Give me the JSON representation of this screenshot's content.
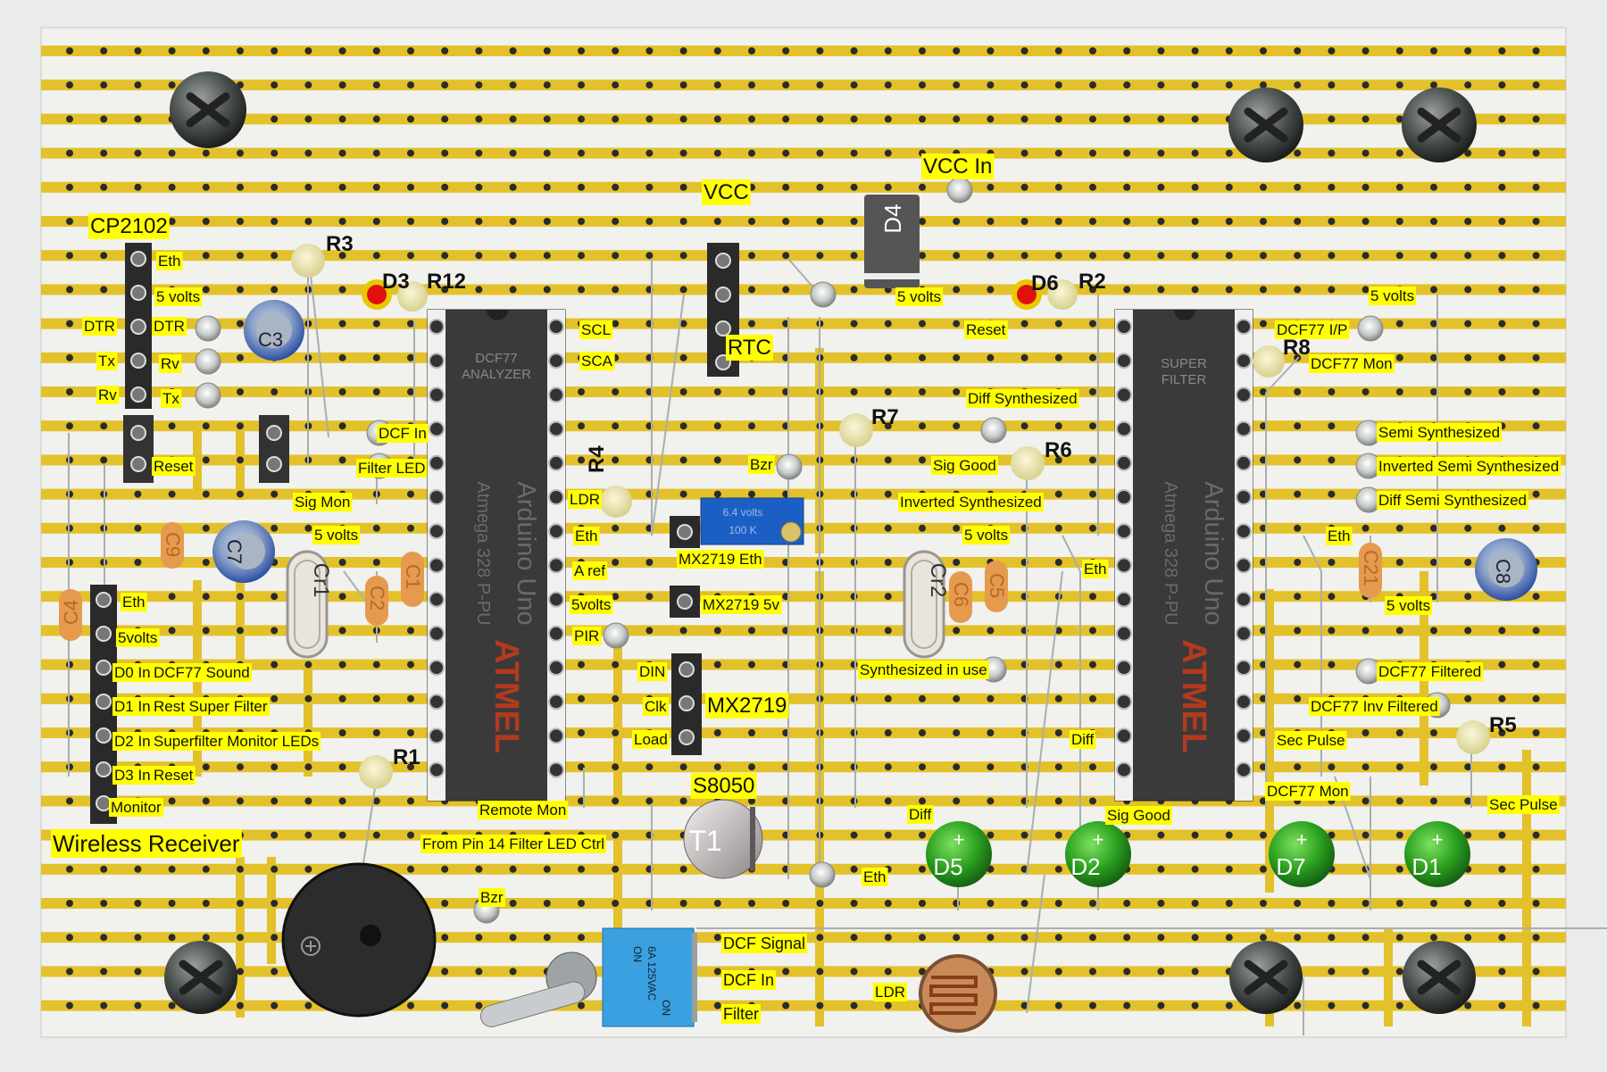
{
  "board": {
    "strip_color": "#e3c12a",
    "label_bg": "#ffff00"
  },
  "chips": {
    "left": {
      "title_line1": "DCF77",
      "title_line2": "ANALYZER",
      "name": "Arduino Uno",
      "part": "Atmega 328 P-PU",
      "brand": "ATMEL"
    },
    "right": {
      "title_line1": "SUPER",
      "title_line2": "FILTER",
      "name": "Arduino Uno",
      "part": "Atmega 328 P-PU",
      "brand": "ATMEL"
    }
  },
  "components": {
    "r3": "R3",
    "r12": "R12",
    "d3": "D3",
    "r2": "R2",
    "d6": "D6",
    "r8": "R8",
    "r7": "R7",
    "r6": "R6",
    "r4": "R4",
    "r1": "R1",
    "r5": "R5",
    "c3": "C3",
    "c9": "C9",
    "c7": "C7",
    "c2": "C2",
    "c1": "C1",
    "c4": "C4",
    "cr1": "Cr1",
    "cr2": "Cr2",
    "c6": "C6",
    "c5": "C5",
    "c21": "C21",
    "c8": "C8",
    "d4": "D4",
    "t1": "T1",
    "d5": "D5",
    "d2": "D2",
    "d7": "D7",
    "d1": "D1",
    "pot_line1": "6.4 volts",
    "pot_line2": "100 K"
  },
  "labels": {
    "cp2102": "CP2102",
    "vcc": "VCC",
    "vcc_in": "VCC In",
    "rtc": "RTC",
    "mx2719": "MX2719",
    "s8050": "S8050",
    "wireless_receiver": "Wireless Receiver",
    "eth_cp": "Eth",
    "five_volts_cp": "5 volts",
    "dtr_left": "DTR",
    "dtr_right": "DTR",
    "tx_left": "Tx",
    "rv_right": "Rv",
    "rv_left": "Rv",
    "tx_right": "Tx",
    "reset_left": "Reset",
    "sig_mon": "Sig Mon",
    "five_volts_mid": "5 volts",
    "eth_wr": "Eth",
    "five_volts_wr": "5volts",
    "d0": "D0 In",
    "d0b": "DCF77 Sound",
    "d1": "D1 In",
    "d1b": "Rest Super Filter",
    "d2": "D2 In",
    "d2b": "Superfilter Monitor LEDs",
    "d3": "D3 In",
    "d3b": "Reset",
    "monitor": "Monitor",
    "dcf_in_top": "DCF In",
    "filter_led": "Filter LED",
    "scl": "SCL",
    "sca": "SCA",
    "ldr_mid": "LDR",
    "eth_mid": "Eth",
    "a_ref": "A ref",
    "five_volts_pin": "5volts",
    "pir": "PIR",
    "bzr_mid": "Bzr",
    "mx_eth": "MX2719 Eth",
    "mx_5v": "MX2719 5v",
    "din": "DIN",
    "clk": "Clk",
    "load": "Load",
    "remote_mon": "Remote Mon",
    "from_pin14": "From Pin 14 Filter LED Ctrl",
    "bzr_bottom": "Bzr",
    "dcf_signal": "DCF Signal",
    "dcf_in_bottom": "DCF In",
    "filter": "Filter",
    "ldr_bottom": "LDR",
    "eth_bottom": "Eth",
    "five_volts_d4": "5 volts",
    "reset_r": "Reset",
    "diff_synth": "Diff Synthesized",
    "sig_good_mid": "Sig Good",
    "inv_synth": "Inverted Synthesized",
    "five_volts_r": "5 volts",
    "eth_r": "Eth",
    "synth_in_use": "Synthesized in use",
    "diff_mid": "Diff",
    "diff_bottom": "Diff",
    "sig_good_bottom": "Sig Good",
    "five_volts_tr": "5 volts",
    "dcf77_ip": "DCF77 I/P",
    "dcf77_mon_top": "DCF77 Mon",
    "semi_synth": "Semi Synthesized",
    "inv_semi_synth": "Inverted Semi Synthesized",
    "diff_semi_synth": "Diff Semi Synthesized",
    "eth_far": "Eth",
    "five_volts_far": "5 volts",
    "dcf77_filtered": "DCF77 Filtered",
    "dcf77_inv_filtered": "DCF77 Inv Filtered",
    "sec_pulse_mid": "Sec Pulse",
    "dcf77_mon_bottom": "DCF77 Mon",
    "sec_pulse_right": "Sec Pulse",
    "switch_top": "ON",
    "switch_mid": "6A 125VAC",
    "switch_bot": "ON"
  }
}
